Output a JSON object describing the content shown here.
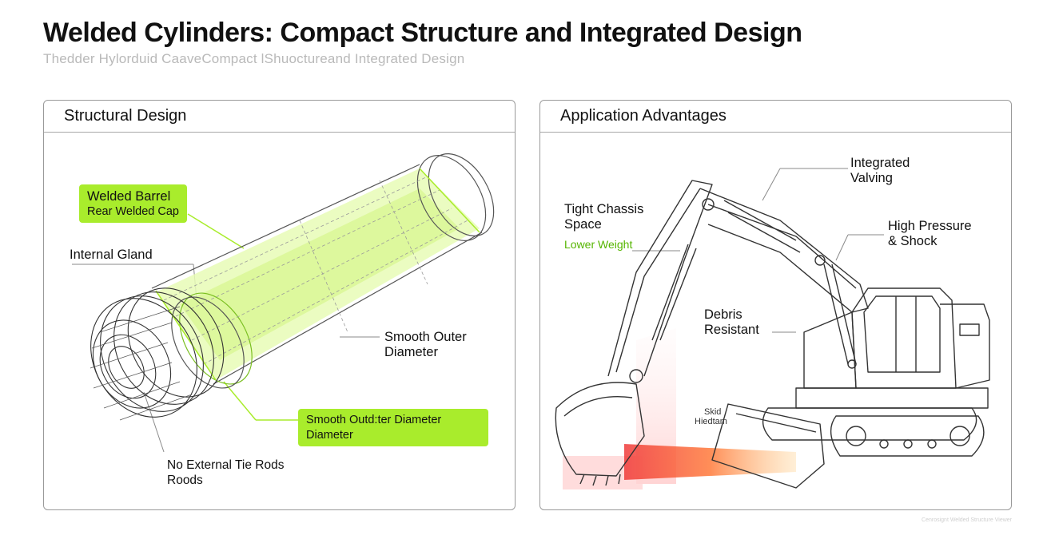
{
  "header": {
    "title": "Welded Cylinders: Compact Structure and Integrated Design",
    "subtitle": "Thedder Hylorduid CaaveCompact lShuoctureand Integrated Design"
  },
  "left_panel": {
    "title": "Structural Design",
    "labels": {
      "welded_barrel": "Welded Barrel",
      "rear_cap": "Rear Welded Cap",
      "internal_gland": "Internal Gland",
      "smooth_outer_1": "Smooth Outer",
      "smooth_outer_2": "Diameter",
      "tag2_line1": "Smooth Outd:ter Diameter",
      "tag2_line2": "Diameter",
      "tie_rods_1": "No External Tie Rods",
      "tie_rods_2": "Roods"
    }
  },
  "right_panel": {
    "title": "Application Advantages",
    "labels": {
      "valving_1": "Integrated",
      "valving_2": "Valving",
      "chassis_1": "Tight Chassis",
      "chassis_2": "Space",
      "lower_weight": "Lower Weight",
      "pressure_1": "High Pressure",
      "pressure_2": "& Shock",
      "debris_1": "Debris",
      "debris_2": "Resistant",
      "skid_1": "Skid",
      "skid_2": "Hiedtam"
    }
  },
  "footer": {
    "note": "Cenrosignt Welded Structure Viewer"
  },
  "colors": {
    "accent_green": "#a9ec2c",
    "label_green": "#55b500",
    "heat_red": "#f03a3a",
    "heat_orange": "#ffa640"
  }
}
